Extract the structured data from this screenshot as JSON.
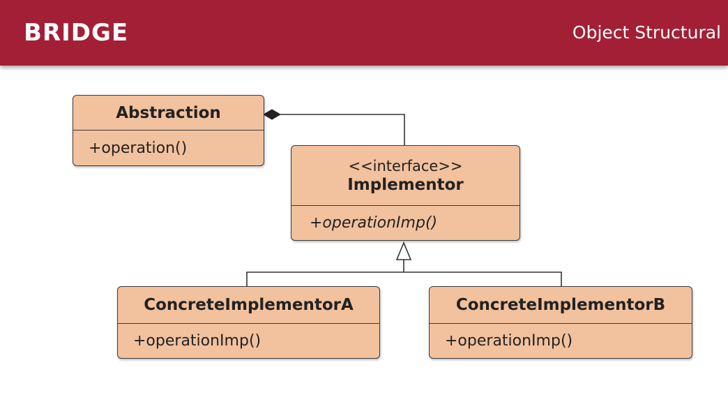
{
  "header": {
    "title": "BRIDGE",
    "category": "Object Structural",
    "background": "#a31f36"
  },
  "diagram": {
    "box_fill": "#f2c19d",
    "abstraction": {
      "name": "Abstraction",
      "operation": "+operation()"
    },
    "implementor": {
      "stereotype": "<<interface>>",
      "name": "Implementor",
      "operation": "+operationImp()",
      "operation_style": "italic"
    },
    "concrete_a": {
      "name": "ConcreteImplementorA",
      "operation": "+operationImp()"
    },
    "concrete_b": {
      "name": "ConcreteImplementorB",
      "operation": "+operationImp()"
    },
    "relations": [
      {
        "type": "aggregation",
        "from": "Abstraction",
        "to": "Implementor"
      },
      {
        "type": "realization",
        "from": "ConcreteImplementorA",
        "to": "Implementor"
      },
      {
        "type": "realization",
        "from": "ConcreteImplementorB",
        "to": "Implementor"
      }
    ]
  }
}
